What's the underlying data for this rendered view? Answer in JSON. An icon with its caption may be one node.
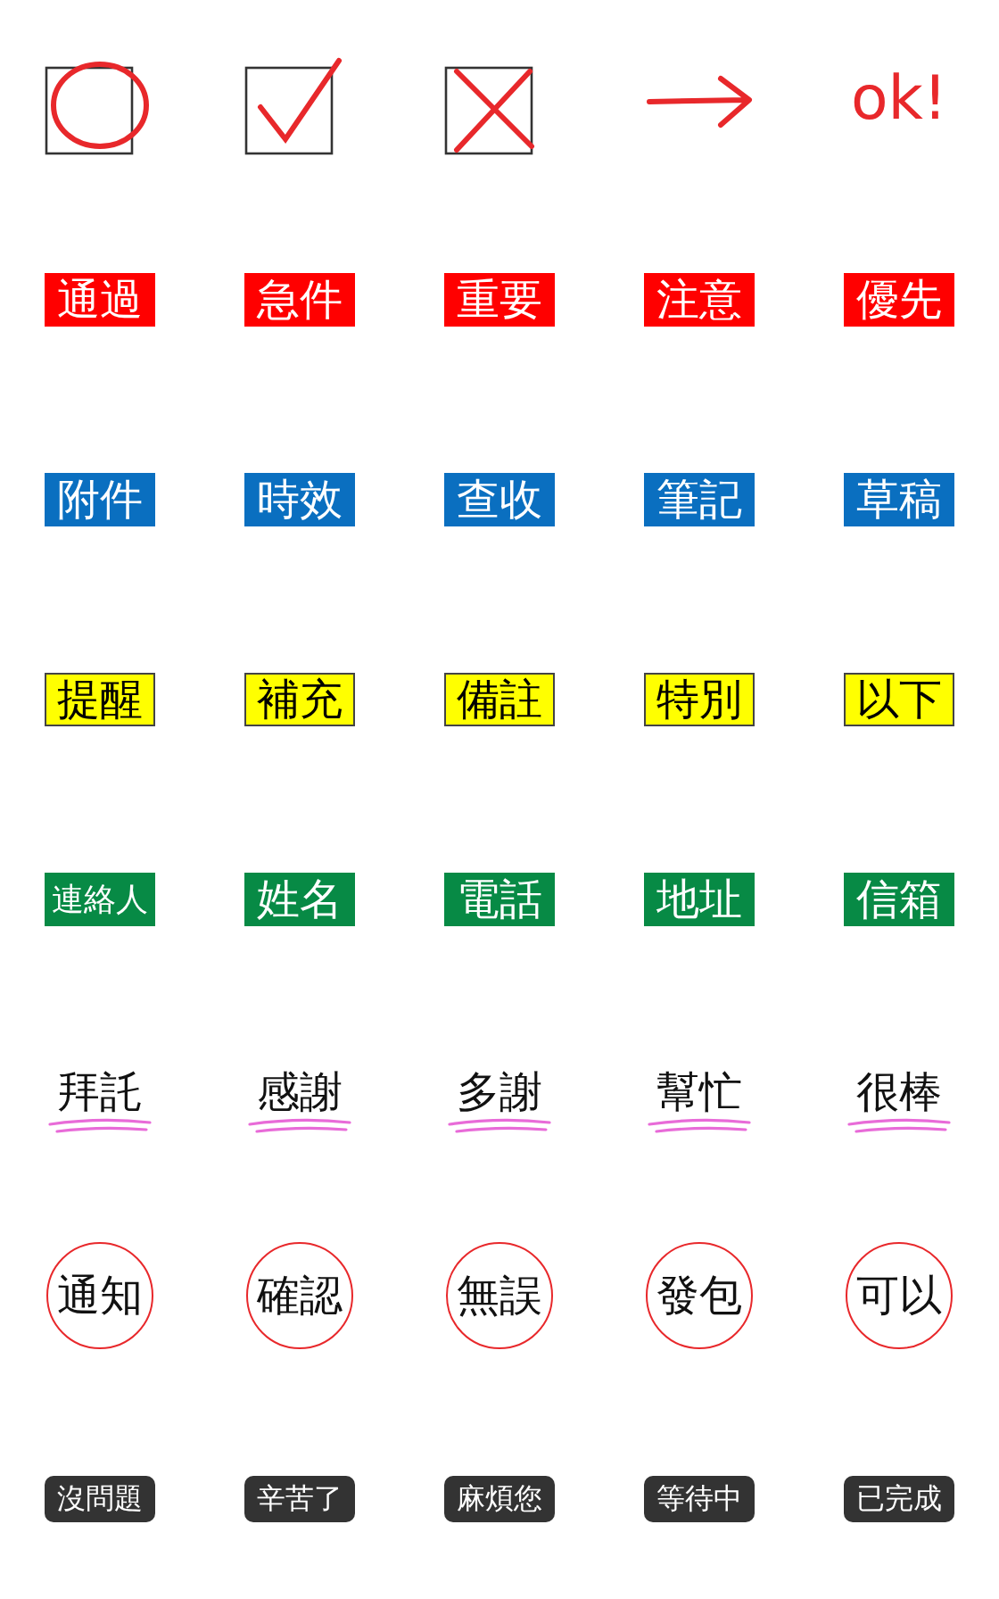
{
  "diagram": {
    "nodes": [
      {
        "text": [
          "通過"
        ]
      },
      {
        "text": [
          "急件"
        ]
      },
      {
        "text": [
          "重要"
        ]
      },
      {
        "text": [
          "注意"
        ]
      },
      {
        "text": [
          "優先"
        ]
      },
      {
        "text": [
          "附件"
        ]
      },
      {
        "text": [
          "時效"
        ]
      },
      {
        "text": [
          "查收"
        ]
      },
      {
        "text": [
          "筆記"
        ]
      },
      {
        "text": [
          "草稿"
        ]
      },
      {
        "text": [
          "提醒"
        ]
      },
      {
        "text": [
          "補充"
        ]
      },
      {
        "text": [
          "備註"
        ]
      },
      {
        "text": [
          "特別"
        ]
      },
      {
        "text": [
          "以下"
        ]
      },
      {
        "text": [
          "連絡人"
        ]
      },
      {
        "text": [
          "姓名"
        ]
      },
      {
        "text": [
          "電話"
        ]
      },
      {
        "text": [
          "地址"
        ]
      },
      {
        "text": [
          "信箱"
        ]
      },
      {
        "text": [
          "通知"
        ]
      },
      {
        "text": [
          "確認"
        ]
      },
      {
        "text": [
          "無誤"
        ]
      },
      {
        "text": [
          "發包"
        ]
      },
      {
        "text": [
          "可以"
        ]
      },
      {
        "text": [
          "沒問題"
        ]
      },
      {
        "text": [
          "辛苦了"
        ]
      },
      {
        "text": [
          "麻煩您"
        ]
      },
      {
        "text": [
          "等待中"
        ]
      },
      {
        "text": [
          "已完成"
        ]
      }
    ],
    "labels": [
      "ok!",
      "拜託",
      "感謝",
      "多謝",
      "幫忙",
      "很棒"
    ]
  }
}
